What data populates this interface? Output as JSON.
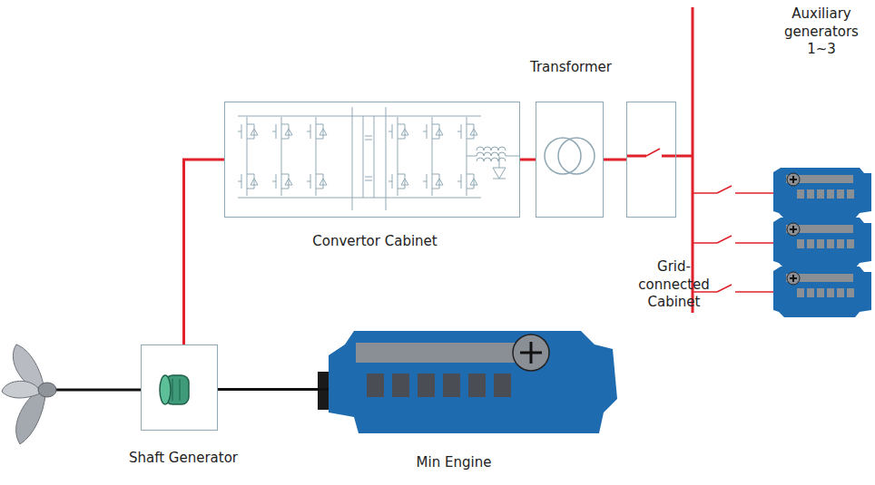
{
  "diagram": {
    "nodes": [
      {
        "text": [
          "Convertor Cabinet"
        ]
      },
      {
        "text": [
          "Transformer"
        ]
      },
      {
        "text": [
          "Grid-connected Cabinet"
        ]
      },
      {
        "text": [
          "Shaft Generator"
        ]
      },
      {
        "text": [
          "Min Engine"
        ]
      }
    ],
    "edges": [
      {
        "from": 3,
        "to": 0,
        "arrow": "none"
      },
      {
        "from": 0,
        "to": 1,
        "arrow": "none"
      },
      {
        "from": 1,
        "to": 2,
        "arrow": "none"
      },
      {
        "from": 4,
        "to": 3,
        "arrow": "none"
      }
    ],
    "labels": [
      "Auxiliary generators 1~3"
    ]
  }
}
